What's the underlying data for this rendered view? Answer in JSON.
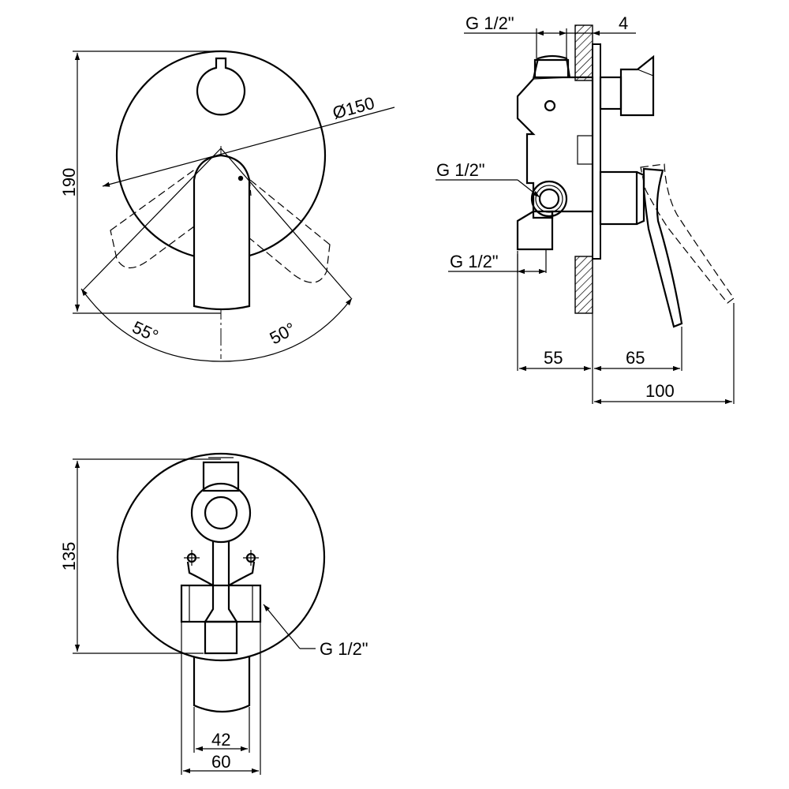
{
  "labels": {
    "front_height": "190",
    "front_diameter": "Ø150",
    "front_angle_left": "55°",
    "front_angle_right": "50°",
    "side_thread_top": "G 1/2\"",
    "side_thread_middle": "G 1/2\"",
    "side_thread_bottom": "G 1/2\"",
    "side_wall_thickness": "4",
    "side_depth_body": "55",
    "side_depth_handle": "65",
    "side_depth_total": "100",
    "bottom_height": "135",
    "bottom_thread": "G 1/2\"",
    "bottom_width_inner": "42",
    "bottom_width_outer": "60"
  }
}
